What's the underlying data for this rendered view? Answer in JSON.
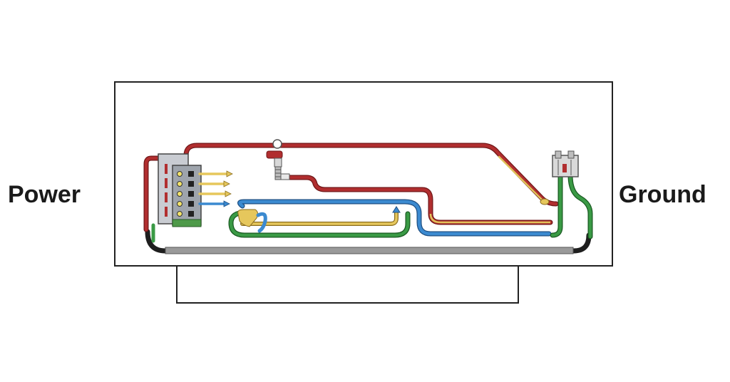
{
  "labels": {
    "power": "Power",
    "ground": "Ground"
  },
  "colors": {
    "power_wire": "#a8292a",
    "ground_wire": "#2f8a3a",
    "signal_wire_blue": "#2f7fc4",
    "signal_wire_yellow": "#e0c35a",
    "ground_bus": "#8f8f8f",
    "outline": "#222222"
  },
  "components": {
    "fuse_block": "fuse-block",
    "switch": "switch",
    "ground_posts": "ground-posts"
  }
}
